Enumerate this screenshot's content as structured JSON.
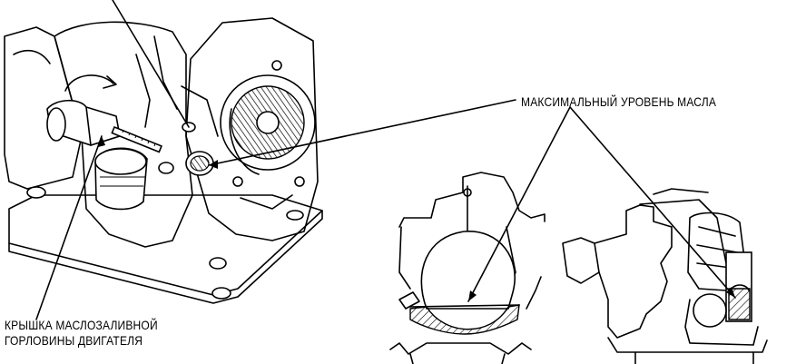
{
  "labels": {
    "max_oil_level": "МАКСИМАЛЬНЫЙ УРОВЕНЬ МАСЛА",
    "filler_cap_line1": "КРЫШКА МАСЛОЗАЛИВНОЙ",
    "filler_cap_line2": "ГОРЛОВИНЫ ДВИГАТЕЛЯ"
  }
}
